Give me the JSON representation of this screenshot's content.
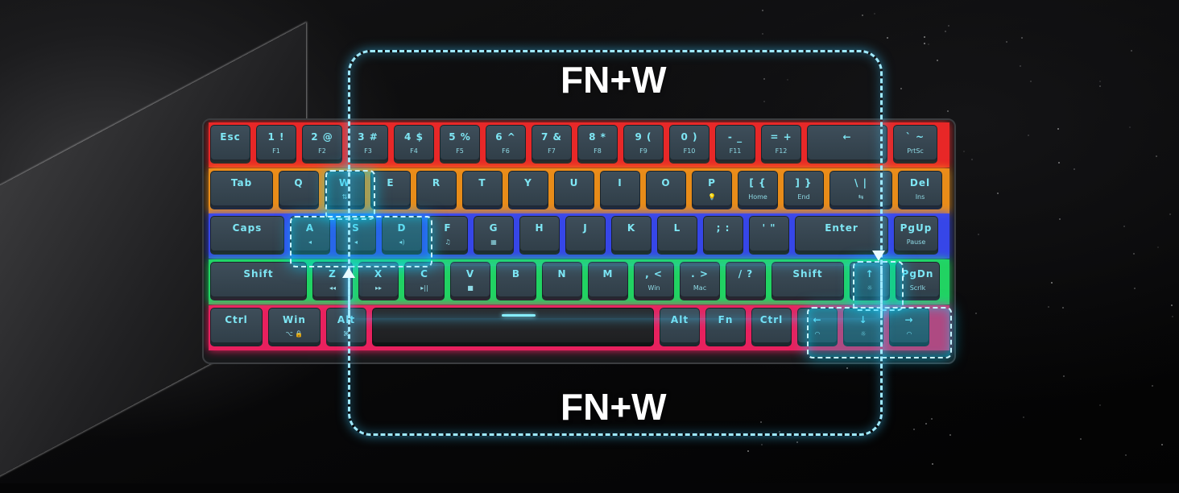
{
  "labels": {
    "top": "FN+W",
    "bottom": "FN+W"
  },
  "colors": {
    "accent": "#7ee6f4",
    "highlight": "#00c8f0",
    "route": "#9fe9ff"
  },
  "rows": [
    {
      "glow": "#ff2a2a",
      "keys": [
        {
          "m": "Esc",
          "s": ""
        },
        {
          "m": "1 !",
          "s": "F1"
        },
        {
          "m": "2 @",
          "s": "F2"
        },
        {
          "m": "3 #",
          "s": "F3"
        },
        {
          "m": "4 $",
          "s": "F4"
        },
        {
          "m": "5 %",
          "s": "F5"
        },
        {
          "m": "6 ^",
          "s": "F6"
        },
        {
          "m": "7 &",
          "s": "F7"
        },
        {
          "m": "8 *",
          "s": "F8"
        },
        {
          "m": "9 (",
          "s": "F9"
        },
        {
          "m": "0 )",
          "s": "F10"
        },
        {
          "m": "- _",
          "s": "F11"
        },
        {
          "m": "= +",
          "s": "F12"
        },
        {
          "m": "←",
          "s": ""
        },
        {
          "m": "` ~",
          "s": "PrtSc"
        }
      ]
    },
    {
      "glow": "#ff9a1a",
      "keys": [
        {
          "m": "Tab",
          "s": ""
        },
        {
          "m": "Q",
          "s": ""
        },
        {
          "m": "W",
          "s": "⇅"
        },
        {
          "m": "E",
          "s": ""
        },
        {
          "m": "R",
          "s": ""
        },
        {
          "m": "T",
          "s": ""
        },
        {
          "m": "Y",
          "s": ""
        },
        {
          "m": "U",
          "s": ""
        },
        {
          "m": "I",
          "s": ""
        },
        {
          "m": "O",
          "s": ""
        },
        {
          "m": "P",
          "s": "💡"
        },
        {
          "m": "[ {",
          "s": "Home"
        },
        {
          "m": "] }",
          "s": "End"
        },
        {
          "m": "\\ |",
          "s": "⇆"
        },
        {
          "m": "Del",
          "s": "Ins"
        }
      ]
    },
    {
      "glow": "#3a4bff",
      "keys": [
        {
          "m": "Caps",
          "s": ""
        },
        {
          "m": "A",
          "s": "◂"
        },
        {
          "m": "S",
          "s": "◂"
        },
        {
          "m": "D",
          "s": "◂)"
        },
        {
          "m": "F",
          "s": "♫"
        },
        {
          "m": "G",
          "s": "▦"
        },
        {
          "m": "H",
          "s": ""
        },
        {
          "m": "J",
          "s": ""
        },
        {
          "m": "K",
          "s": ""
        },
        {
          "m": "L",
          "s": ""
        },
        {
          "m": "; :",
          "s": ""
        },
        {
          "m": "' \"",
          "s": ""
        },
        {
          "m": "Enter",
          "s": ""
        },
        {
          "m": "PgUp",
          "s": "Pause"
        }
      ]
    },
    {
      "glow": "#22e86a",
      "keys": [
        {
          "m": "Shift",
          "s": ""
        },
        {
          "m": "Z",
          "s": "◂◂"
        },
        {
          "m": "X",
          "s": "▸▸"
        },
        {
          "m": "C",
          "s": "▸||"
        },
        {
          "m": "V",
          "s": "■"
        },
        {
          "m": "B",
          "s": ""
        },
        {
          "m": "N",
          "s": ""
        },
        {
          "m": "M",
          "s": ""
        },
        {
          "m": ", <",
          "s": "Win"
        },
        {
          "m": ". >",
          "s": "Mac"
        },
        {
          "m": "/ ?",
          "s": ""
        },
        {
          "m": "Shift",
          "s": ""
        },
        {
          "m": "↑",
          "s": "☼"
        },
        {
          "m": "PgDn",
          "s": "Scrlk"
        }
      ]
    },
    {
      "glow": "#ff2266",
      "keys": [
        {
          "m": "Ctrl",
          "s": ""
        },
        {
          "m": "Win",
          "s": "⌥ 🔒"
        },
        {
          "m": "Alt",
          "s": "⌘"
        },
        {
          "m": "",
          "s": ""
        },
        {
          "m": "Alt",
          "s": ""
        },
        {
          "m": "Fn",
          "s": ""
        },
        {
          "m": "Ctrl",
          "s": ""
        },
        {
          "m": "←",
          "s": "◠"
        },
        {
          "m": "↓",
          "s": "☼"
        },
        {
          "m": "→",
          "s": "◠"
        }
      ]
    }
  ]
}
